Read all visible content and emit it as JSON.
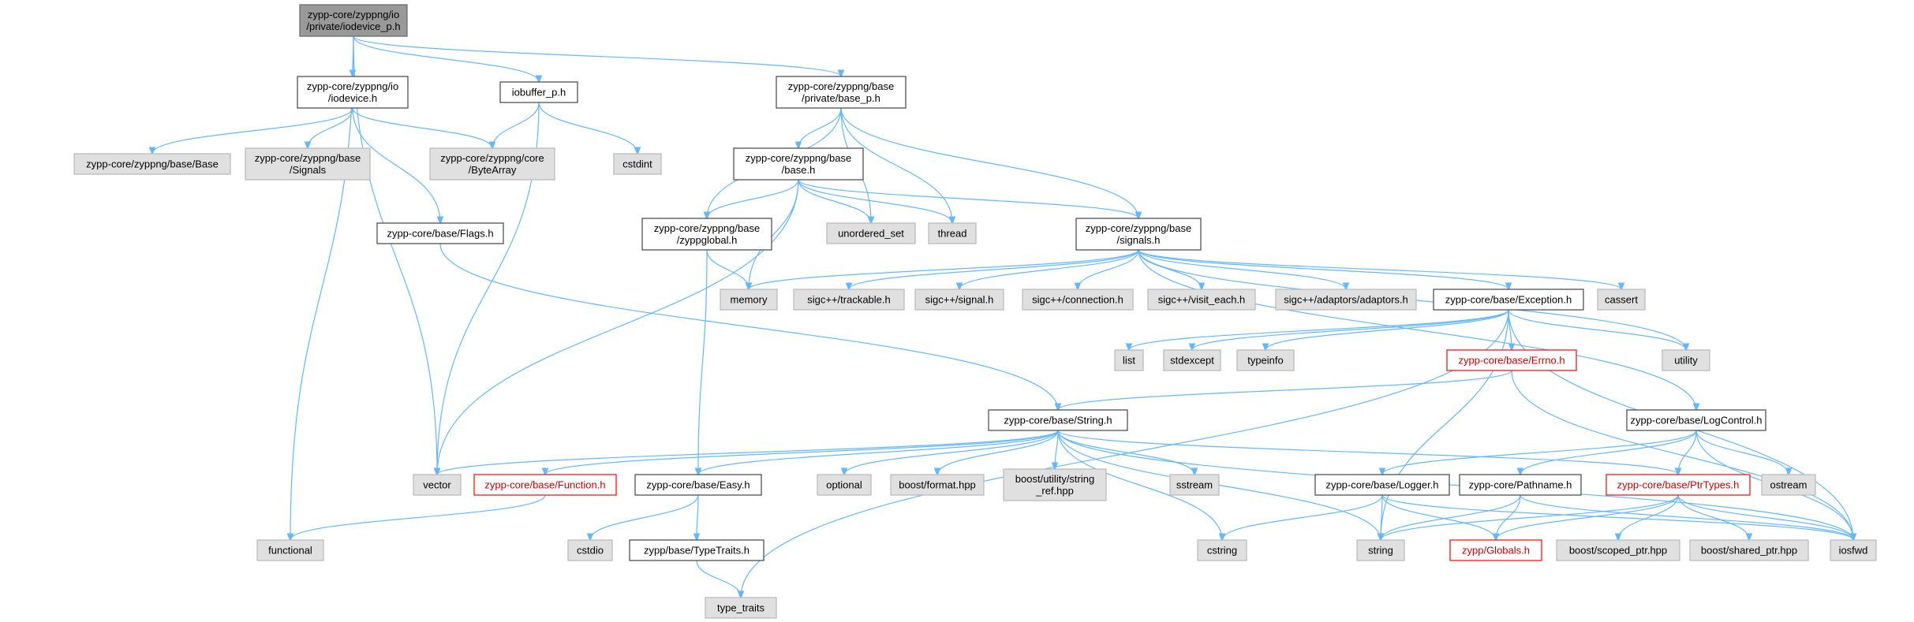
{
  "diagram": {
    "type": "include-dependency-graph",
    "colors": {
      "edge": "#63b8ff",
      "root_fill": "#999999",
      "system_fill": "#e0e0e0",
      "missing_border": "#ff0000"
    },
    "nodes": [
      {
        "id": "root",
        "lines": [
          "zypp-core/zyppng/io",
          "/private/iodevice_p.h"
        ],
        "kind": "root"
      },
      {
        "id": "iodevice",
        "lines": [
          "zypp-core/zyppng/io",
          "/iodevice.h"
        ],
        "kind": "plain"
      },
      {
        "id": "iobuffer",
        "lines": [
          "iobuffer_p.h"
        ],
        "kind": "plain"
      },
      {
        "id": "basep",
        "lines": [
          "zypp-core/zyppng/base",
          "/private/base_p.h"
        ],
        "kind": "plain"
      },
      {
        "id": "Base",
        "lines": [
          "zypp-core/zyppng/base/Base"
        ],
        "kind": "sys"
      },
      {
        "id": "Signals",
        "lines": [
          "zypp-core/zyppng/base",
          "/Signals"
        ],
        "kind": "sys"
      },
      {
        "id": "ByteArray",
        "lines": [
          "zypp-core/zyppng/core",
          "/ByteArray"
        ],
        "kind": "sys"
      },
      {
        "id": "cstdint",
        "lines": [
          "cstdint"
        ],
        "kind": "sys"
      },
      {
        "id": "baseh",
        "lines": [
          "zypp-core/zyppng/base",
          "/base.h"
        ],
        "kind": "plain"
      },
      {
        "id": "flags",
        "lines": [
          "zypp-core/base/Flags.h"
        ],
        "kind": "plain"
      },
      {
        "id": "zyppglobal",
        "lines": [
          "zypp-core/zyppng/base",
          "/zyppglobal.h"
        ],
        "kind": "plain"
      },
      {
        "id": "unordered_set",
        "lines": [
          "unordered_set"
        ],
        "kind": "sys"
      },
      {
        "id": "thread",
        "lines": [
          "thread"
        ],
        "kind": "sys"
      },
      {
        "id": "signalsh",
        "lines": [
          "zypp-core/zyppng/base",
          "/signals.h"
        ],
        "kind": "plain"
      },
      {
        "id": "memory",
        "lines": [
          "memory"
        ],
        "kind": "sys"
      },
      {
        "id": "trackable",
        "lines": [
          "sigc++/trackable.h"
        ],
        "kind": "sys"
      },
      {
        "id": "signal",
        "lines": [
          "sigc++/signal.h"
        ],
        "kind": "sys"
      },
      {
        "id": "connection",
        "lines": [
          "sigc++/connection.h"
        ],
        "kind": "sys"
      },
      {
        "id": "visit_each",
        "lines": [
          "sigc++/visit_each.h"
        ],
        "kind": "sys"
      },
      {
        "id": "adaptors",
        "lines": [
          "sigc++/adaptors/adaptors.h"
        ],
        "kind": "sys"
      },
      {
        "id": "exception",
        "lines": [
          "zypp-core/base/Exception.h"
        ],
        "kind": "plain"
      },
      {
        "id": "cassert",
        "lines": [
          "cassert"
        ],
        "kind": "sys"
      },
      {
        "id": "list",
        "lines": [
          "list"
        ],
        "kind": "sys"
      },
      {
        "id": "stdexcept",
        "lines": [
          "stdexcept"
        ],
        "kind": "sys"
      },
      {
        "id": "typeinfo",
        "lines": [
          "typeinfo"
        ],
        "kind": "sys"
      },
      {
        "id": "errno",
        "lines": [
          "zypp-core/base/Errno.h"
        ],
        "kind": "missing"
      },
      {
        "id": "utility",
        "lines": [
          "utility"
        ],
        "kind": "sys"
      },
      {
        "id": "stringh",
        "lines": [
          "zypp-core/base/String.h"
        ],
        "kind": "plain"
      },
      {
        "id": "logcontrol",
        "lines": [
          "zypp-core/base/LogControl.h"
        ],
        "kind": "plain"
      },
      {
        "id": "vector",
        "lines": [
          "vector"
        ],
        "kind": "sys"
      },
      {
        "id": "function",
        "lines": [
          "zypp-core/base/Function.h"
        ],
        "kind": "missing"
      },
      {
        "id": "easy",
        "lines": [
          "zypp-core/base/Easy.h"
        ],
        "kind": "plain"
      },
      {
        "id": "optional",
        "lines": [
          "optional"
        ],
        "kind": "sys"
      },
      {
        "id": "format",
        "lines": [
          "boost/format.hpp"
        ],
        "kind": "sys"
      },
      {
        "id": "string_ref",
        "lines": [
          "boost/utility/string",
          "_ref.hpp"
        ],
        "kind": "sys"
      },
      {
        "id": "sstream",
        "lines": [
          "sstream"
        ],
        "kind": "sys"
      },
      {
        "id": "logger",
        "lines": [
          "zypp-core/base/Logger.h"
        ],
        "kind": "plain"
      },
      {
        "id": "pathname",
        "lines": [
          "zypp-core/Pathname.h"
        ],
        "kind": "plain"
      },
      {
        "id": "ptrtypes",
        "lines": [
          "zypp-core/base/PtrTypes.h"
        ],
        "kind": "missing"
      },
      {
        "id": "ostream",
        "lines": [
          "ostream"
        ],
        "kind": "sys"
      },
      {
        "id": "functional",
        "lines": [
          "functional"
        ],
        "kind": "sys"
      },
      {
        "id": "cstdio",
        "lines": [
          "cstdio"
        ],
        "kind": "sys"
      },
      {
        "id": "typetraits",
        "lines": [
          "zypp/base/TypeTraits.h"
        ],
        "kind": "plain"
      },
      {
        "id": "cstring",
        "lines": [
          "cstring"
        ],
        "kind": "sys"
      },
      {
        "id": "string",
        "lines": [
          "string"
        ],
        "kind": "sys"
      },
      {
        "id": "globals",
        "lines": [
          "zypp/Globals.h"
        ],
        "kind": "missing"
      },
      {
        "id": "scoped_ptr",
        "lines": [
          "boost/scoped_ptr.hpp"
        ],
        "kind": "sys"
      },
      {
        "id": "shared_ptr",
        "lines": [
          "boost/shared_ptr.hpp"
        ],
        "kind": "sys"
      },
      {
        "id": "iosfwd",
        "lines": [
          "iosfwd"
        ],
        "kind": "sys"
      },
      {
        "id": "type_traits",
        "lines": [
          "type_traits"
        ],
        "kind": "sys"
      }
    ],
    "edges": [
      [
        "root",
        "iodevice"
      ],
      [
        "root",
        "iobuffer"
      ],
      [
        "root",
        "basep"
      ],
      [
        "root",
        "vector"
      ],
      [
        "root",
        "functional"
      ],
      [
        "iodevice",
        "Base"
      ],
      [
        "iodevice",
        "Signals"
      ],
      [
        "iodevice",
        "ByteArray"
      ],
      [
        "iodevice",
        "flags"
      ],
      [
        "iobuffer",
        "ByteArray"
      ],
      [
        "iobuffer",
        "cstdint"
      ],
      [
        "iobuffer",
        "vector"
      ],
      [
        "basep",
        "baseh"
      ],
      [
        "basep",
        "zyppglobal"
      ],
      [
        "basep",
        "signalsh"
      ],
      [
        "basep",
        "unordered_set"
      ],
      [
        "basep",
        "thread"
      ],
      [
        "baseh",
        "zyppglobal"
      ],
      [
        "baseh",
        "unordered_set"
      ],
      [
        "baseh",
        "thread"
      ],
      [
        "baseh",
        "signalsh"
      ],
      [
        "baseh",
        "memory"
      ],
      [
        "baseh",
        "vector"
      ],
      [
        "flags",
        "stringh"
      ],
      [
        "zyppglobal",
        "memory"
      ],
      [
        "zyppglobal",
        "easy"
      ],
      [
        "signalsh",
        "memory"
      ],
      [
        "signalsh",
        "trackable"
      ],
      [
        "signalsh",
        "signal"
      ],
      [
        "signalsh",
        "connection"
      ],
      [
        "signalsh",
        "visit_each"
      ],
      [
        "signalsh",
        "adaptors"
      ],
      [
        "signalsh",
        "exception"
      ],
      [
        "signalsh",
        "cassert"
      ],
      [
        "signalsh",
        "utility"
      ],
      [
        "signalsh",
        "logcontrol"
      ],
      [
        "exception",
        "list"
      ],
      [
        "exception",
        "stdexcept"
      ],
      [
        "exception",
        "typeinfo"
      ],
      [
        "exception",
        "errno"
      ],
      [
        "exception",
        "utility"
      ],
      [
        "exception",
        "string"
      ],
      [
        "exception",
        "iosfwd"
      ],
      [
        "exception",
        "type_traits"
      ],
      [
        "errno",
        "stringh"
      ],
      [
        "errno",
        "iosfwd"
      ],
      [
        "stringh",
        "vector"
      ],
      [
        "stringh",
        "function"
      ],
      [
        "stringh",
        "easy"
      ],
      [
        "stringh",
        "optional"
      ],
      [
        "stringh",
        "format"
      ],
      [
        "stringh",
        "string_ref"
      ],
      [
        "stringh",
        "sstream"
      ],
      [
        "stringh",
        "cstring"
      ],
      [
        "stringh",
        "string"
      ],
      [
        "stringh",
        "ptrtypes"
      ],
      [
        "stringh",
        "iosfwd"
      ],
      [
        "logcontrol",
        "logger"
      ],
      [
        "logcontrol",
        "pathname"
      ],
      [
        "logcontrol",
        "ptrtypes"
      ],
      [
        "logcontrol",
        "ostream"
      ],
      [
        "logcontrol",
        "iosfwd"
      ],
      [
        "function",
        "functional"
      ],
      [
        "easy",
        "cstdio"
      ],
      [
        "easy",
        "typetraits"
      ],
      [
        "typetraits",
        "type_traits"
      ],
      [
        "logger",
        "cstring"
      ],
      [
        "logger",
        "string"
      ],
      [
        "logger",
        "globals"
      ],
      [
        "logger",
        "iosfwd"
      ],
      [
        "pathname",
        "string"
      ],
      [
        "pathname",
        "globals"
      ],
      [
        "pathname",
        "iosfwd"
      ],
      [
        "ptrtypes",
        "string"
      ],
      [
        "ptrtypes",
        "globals"
      ],
      [
        "ptrtypes",
        "scoped_ptr"
      ],
      [
        "ptrtypes",
        "shared_ptr"
      ],
      [
        "ptrtypes",
        "iosfwd"
      ]
    ]
  }
}
